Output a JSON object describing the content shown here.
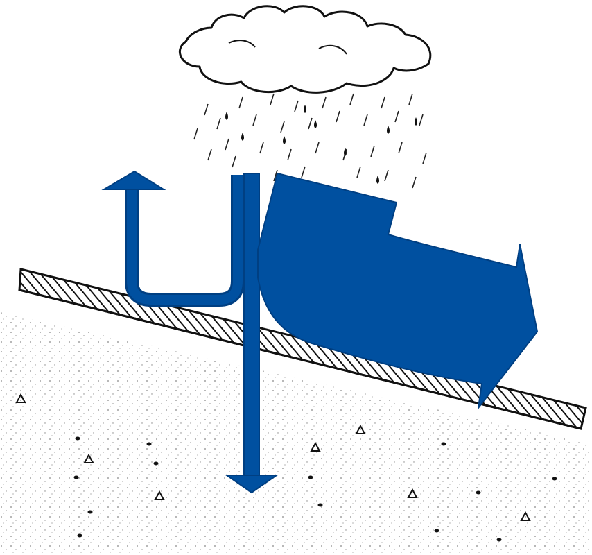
{
  "colors": {
    "arrow_fill": "#0050a0",
    "arrow_stroke": "#003f82",
    "ink": "#111111",
    "background": "#ffffff"
  },
  "icons": {
    "cloud": "rain-cloud-icon",
    "rain": "raindrops",
    "evaporation": "up-arrow-evaporation",
    "infiltration": "down-arrow-infiltration",
    "runoff": "large-runoff-arrow"
  }
}
